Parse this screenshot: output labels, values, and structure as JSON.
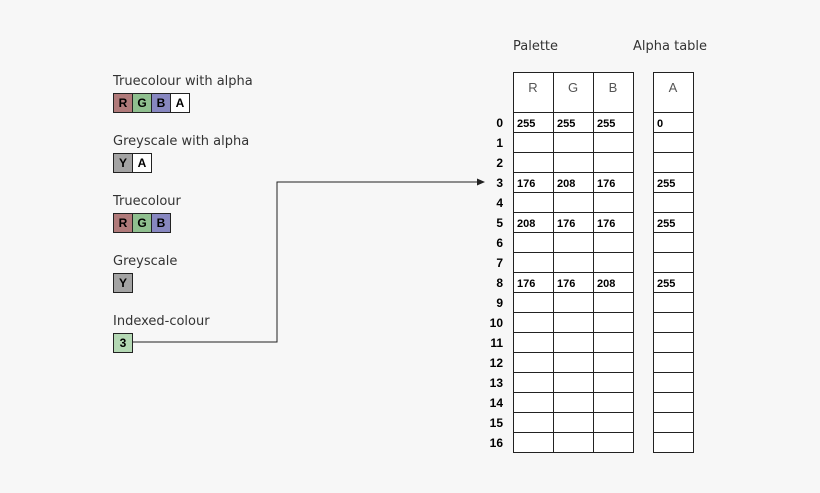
{
  "colors": {
    "R": "#b07a7a",
    "G": "#8fbf8f",
    "B": "#8787c0",
    "Y": "#a3a3a3",
    "A": "#ffffff",
    "index": "#b4d8b4",
    "line": "#222222"
  },
  "types": [
    {
      "label": "Truecolour with alpha",
      "cells": [
        {
          "t": "R",
          "c": "R"
        },
        {
          "t": "G",
          "c": "G"
        },
        {
          "t": "B",
          "c": "B"
        },
        {
          "t": "A",
          "c": "A"
        }
      ]
    },
    {
      "label": "Greyscale with alpha",
      "cells": [
        {
          "t": "Y",
          "c": "Y"
        },
        {
          "t": "A",
          "c": "A"
        }
      ]
    },
    {
      "label": "Truecolour",
      "cells": [
        {
          "t": "R",
          "c": "R"
        },
        {
          "t": "G",
          "c": "G"
        },
        {
          "t": "B",
          "c": "B"
        }
      ]
    },
    {
      "label": "Greyscale",
      "cells": [
        {
          "t": "Y",
          "c": "Y"
        }
      ]
    },
    {
      "label": "Indexed-colour",
      "cells": [
        {
          "t": "3",
          "c": "index"
        }
      ]
    }
  ],
  "palette": {
    "title": "Palette",
    "headers": [
      "R",
      "G",
      "B"
    ]
  },
  "alpha": {
    "title": "Alpha table",
    "header": "A"
  },
  "rows": [
    {
      "index": "0",
      "rgb": [
        "255",
        "255",
        "255"
      ],
      "a": "0"
    },
    {
      "index": "1",
      "rgb": [
        "",
        "",
        ""
      ],
      "a": ""
    },
    {
      "index": "2",
      "rgb": [
        "",
        "",
        ""
      ],
      "a": ""
    },
    {
      "index": "3",
      "rgb": [
        "176",
        "208",
        "176"
      ],
      "a": "255"
    },
    {
      "index": "4",
      "rgb": [
        "",
        "",
        ""
      ],
      "a": ""
    },
    {
      "index": "5",
      "rgb": [
        "208",
        "176",
        "176"
      ],
      "a": "255"
    },
    {
      "index": "6",
      "rgb": [
        "",
        "",
        ""
      ],
      "a": ""
    },
    {
      "index": "7",
      "rgb": [
        "",
        "",
        ""
      ],
      "a": ""
    },
    {
      "index": "8",
      "rgb": [
        "176",
        "176",
        "208"
      ],
      "a": "255"
    },
    {
      "index": "9",
      "rgb": [
        "",
        "",
        ""
      ],
      "a": ""
    },
    {
      "index": "10",
      "rgb": [
        "",
        "",
        ""
      ],
      "a": ""
    },
    {
      "index": "11",
      "rgb": [
        "",
        "",
        ""
      ],
      "a": ""
    },
    {
      "index": "12",
      "rgb": [
        "",
        "",
        ""
      ],
      "a": ""
    },
    {
      "index": "13",
      "rgb": [
        "",
        "",
        ""
      ],
      "a": ""
    },
    {
      "index": "14",
      "rgb": [
        "",
        "",
        ""
      ],
      "a": ""
    },
    {
      "index": "15",
      "rgb": [
        "",
        "",
        ""
      ],
      "a": ""
    },
    {
      "index": "16",
      "rgb": [
        "",
        "",
        ""
      ],
      "a": ""
    }
  ]
}
